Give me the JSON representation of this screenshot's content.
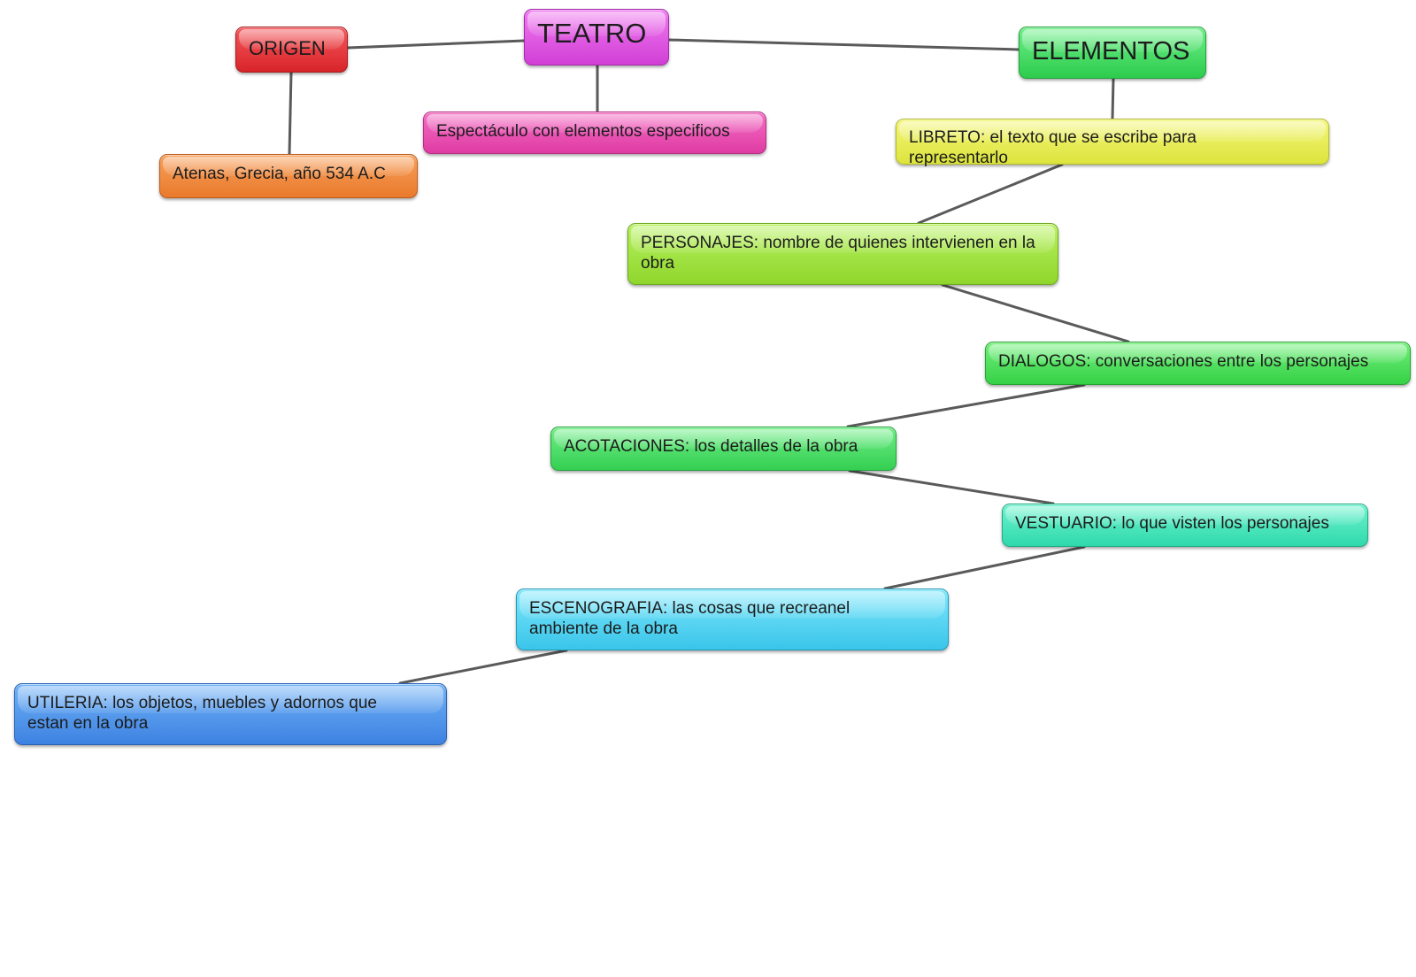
{
  "diagram": {
    "nodes": {
      "teatro": {
        "label": "TEATRO",
        "color": "#dd4fe0"
      },
      "origen": {
        "label": "ORIGEN",
        "color": "#e2333a"
      },
      "elementos": {
        "label": "ELEMENTOS",
        "color": "#3ed75d"
      },
      "espectaculo": {
        "label": "Espectáculo con elementos especificos",
        "color": "#e64fb0"
      },
      "atenas": {
        "label": "Atenas, Grecia, año 534 A.C",
        "color": "#ef8a3e"
      },
      "libreto": {
        "label": "LIBRETO: el texto que se escribe para representarlo",
        "color": "#e6ec52"
      },
      "personajes": {
        "label": "PERSONAJES: nombre de quienes intervienen en la obra",
        "color": "#9fe03e"
      },
      "dialogos": {
        "label": "DIALOGOS: conversaciones entre los personajes",
        "color": "#48db57"
      },
      "acotaciones": {
        "label": "ACOTACIONES: los detalles de la obra",
        "color": "#45d962"
      },
      "vestuario": {
        "label": "VESTUARIO: lo que visten los personajes",
        "color": "#3fe1b6"
      },
      "escenografia": {
        "label": "ESCENOGRAFIA: las cosas que recreanel ambiente de la obra",
        "color": "#4ccdf0"
      },
      "utileria": {
        "label": "UTILERIA: los objetos, muebles y adornos que estan en la obra",
        "color": "#4a8ee8"
      }
    },
    "connector_color": "#5a5a5a"
  }
}
